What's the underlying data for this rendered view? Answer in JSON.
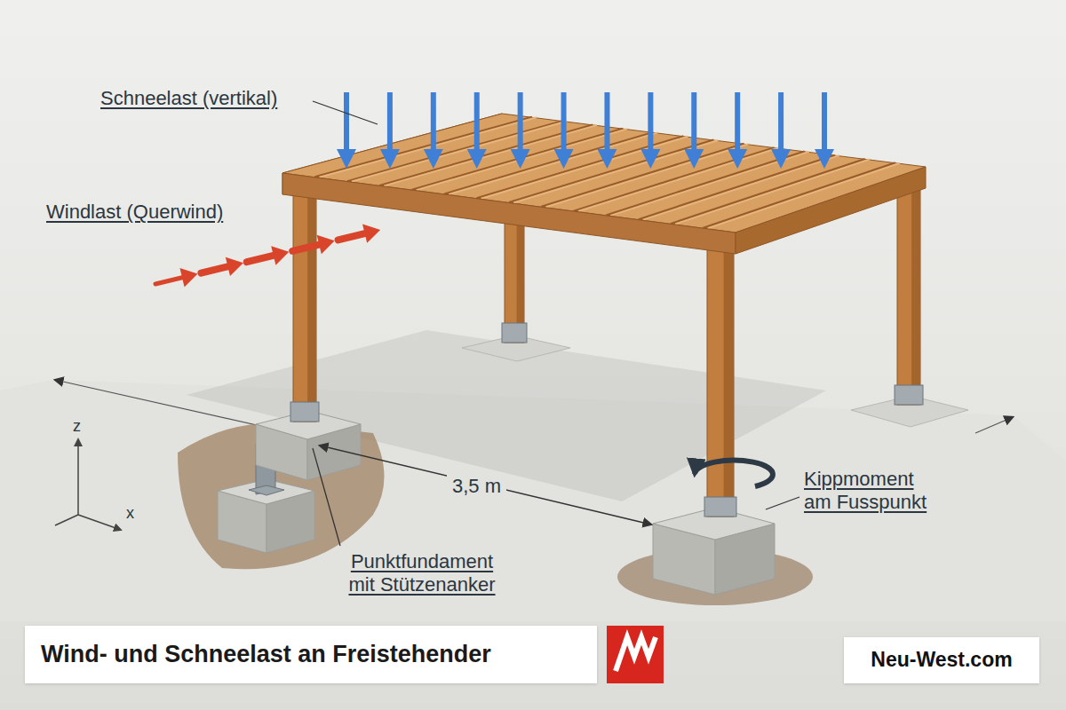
{
  "diagram": {
    "title": "Wind- und Schneelast an Freistehender",
    "labels": [
      "Schneelast (vertikal)",
      "Windlast (Querwind)",
      "z",
      "x",
      "3,5 m",
      "Kippmoment am Fusspunkt",
      "Punktfundament mit Stützenanker",
      "Neu-West.com"
    ]
  }
}
